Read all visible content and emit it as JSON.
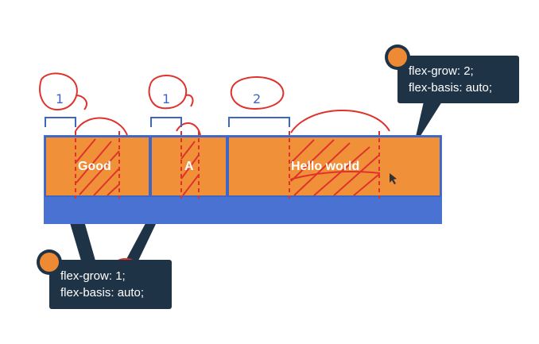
{
  "diagram": {
    "items": [
      {
        "text": "Good",
        "grow_label": "1"
      },
      {
        "text": "A",
        "grow_label": "1"
      },
      {
        "text": "Hello world",
        "grow_label": "2"
      }
    ],
    "callout_small": {
      "line1_prop": "flex-grow",
      "line1_value": ": 1;",
      "line2_prop": "flex-basis",
      "line2_value": ": auto;"
    },
    "callout_large": {
      "line1_prop": "flex-grow",
      "line1_value": ": 2;",
      "line2_prop": "flex-basis",
      "line2_value": ": auto;"
    },
    "colors": {
      "item_fill": "#f0913a",
      "container_fill": "#4a72d2",
      "border_blue": "#3e66c4",
      "annotation_red": "#e0322d",
      "tooltip_bg": "#1f3347",
      "dot_orange": "#ee8a33"
    }
  }
}
